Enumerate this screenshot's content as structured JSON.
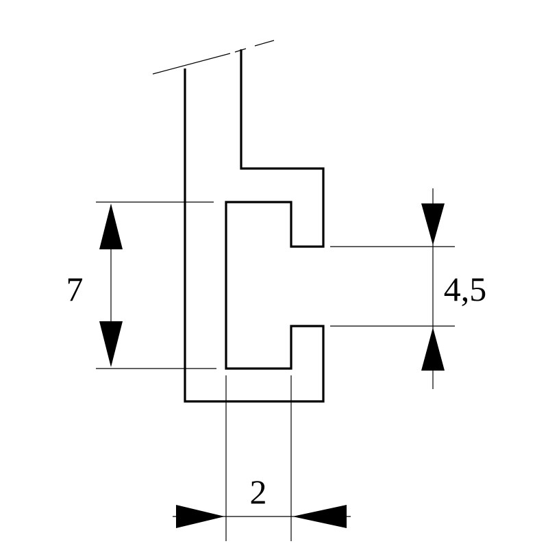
{
  "dimensions": {
    "height_outer": "7",
    "slot_opening": "4,5",
    "width_inner": "2"
  }
}
